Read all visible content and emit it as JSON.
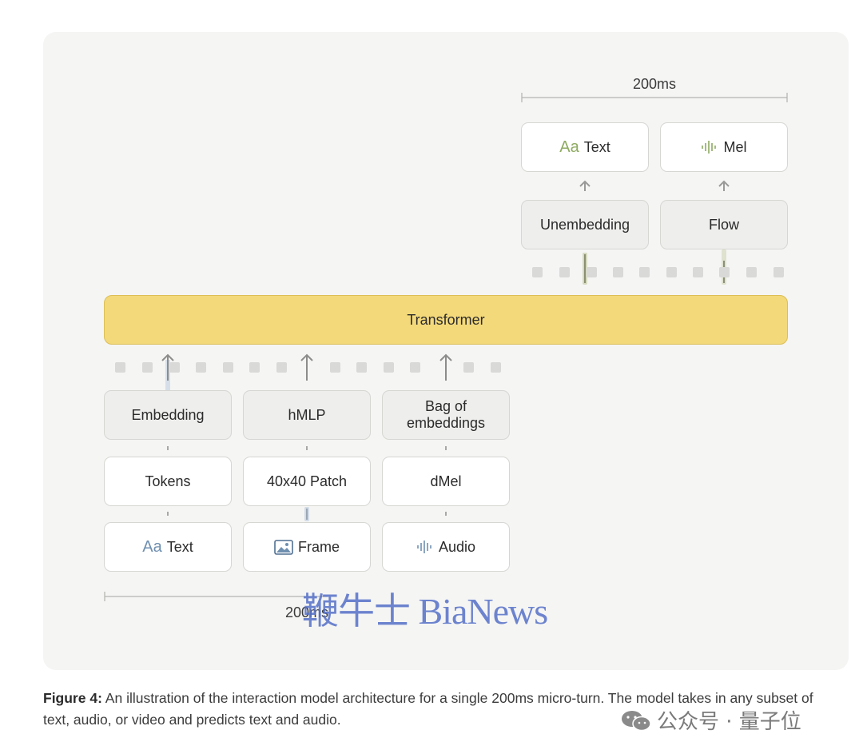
{
  "diagram": {
    "output_duration": "200ms",
    "input_duration": "200ms",
    "transformer_label": "Transformer",
    "outputs": [
      {
        "icon": "Aa",
        "label": "Text"
      },
      {
        "icon": "waveform",
        "label": "Mel"
      }
    ],
    "decoders": [
      "Unembedding",
      "Flow"
    ],
    "encoders": [
      "Embedding",
      "hMLP",
      "Bag of\nembeddings"
    ],
    "features": [
      "Tokens",
      "40x40 Patch",
      "dMel"
    ],
    "inputs": [
      {
        "icon": "Aa",
        "label": "Text"
      },
      {
        "icon": "image",
        "label": "Frame"
      },
      {
        "icon": "waveform",
        "label": "Audio"
      }
    ],
    "colors": {
      "transformer_fill": "#f3d97a",
      "input_accent": "#6f8fb0",
      "output_accent": "#8eaa62",
      "token": "#d9d9d7"
    }
  },
  "watermark": "鞭牛士 BiaNews",
  "caption": {
    "label": "Figure 4:",
    "text": " An illustration of the interaction model architecture for a single 200ms micro-turn. The model takes in any subset of text, audio, or video and predicts text and audio."
  },
  "brand": "公众号 · 量子位"
}
